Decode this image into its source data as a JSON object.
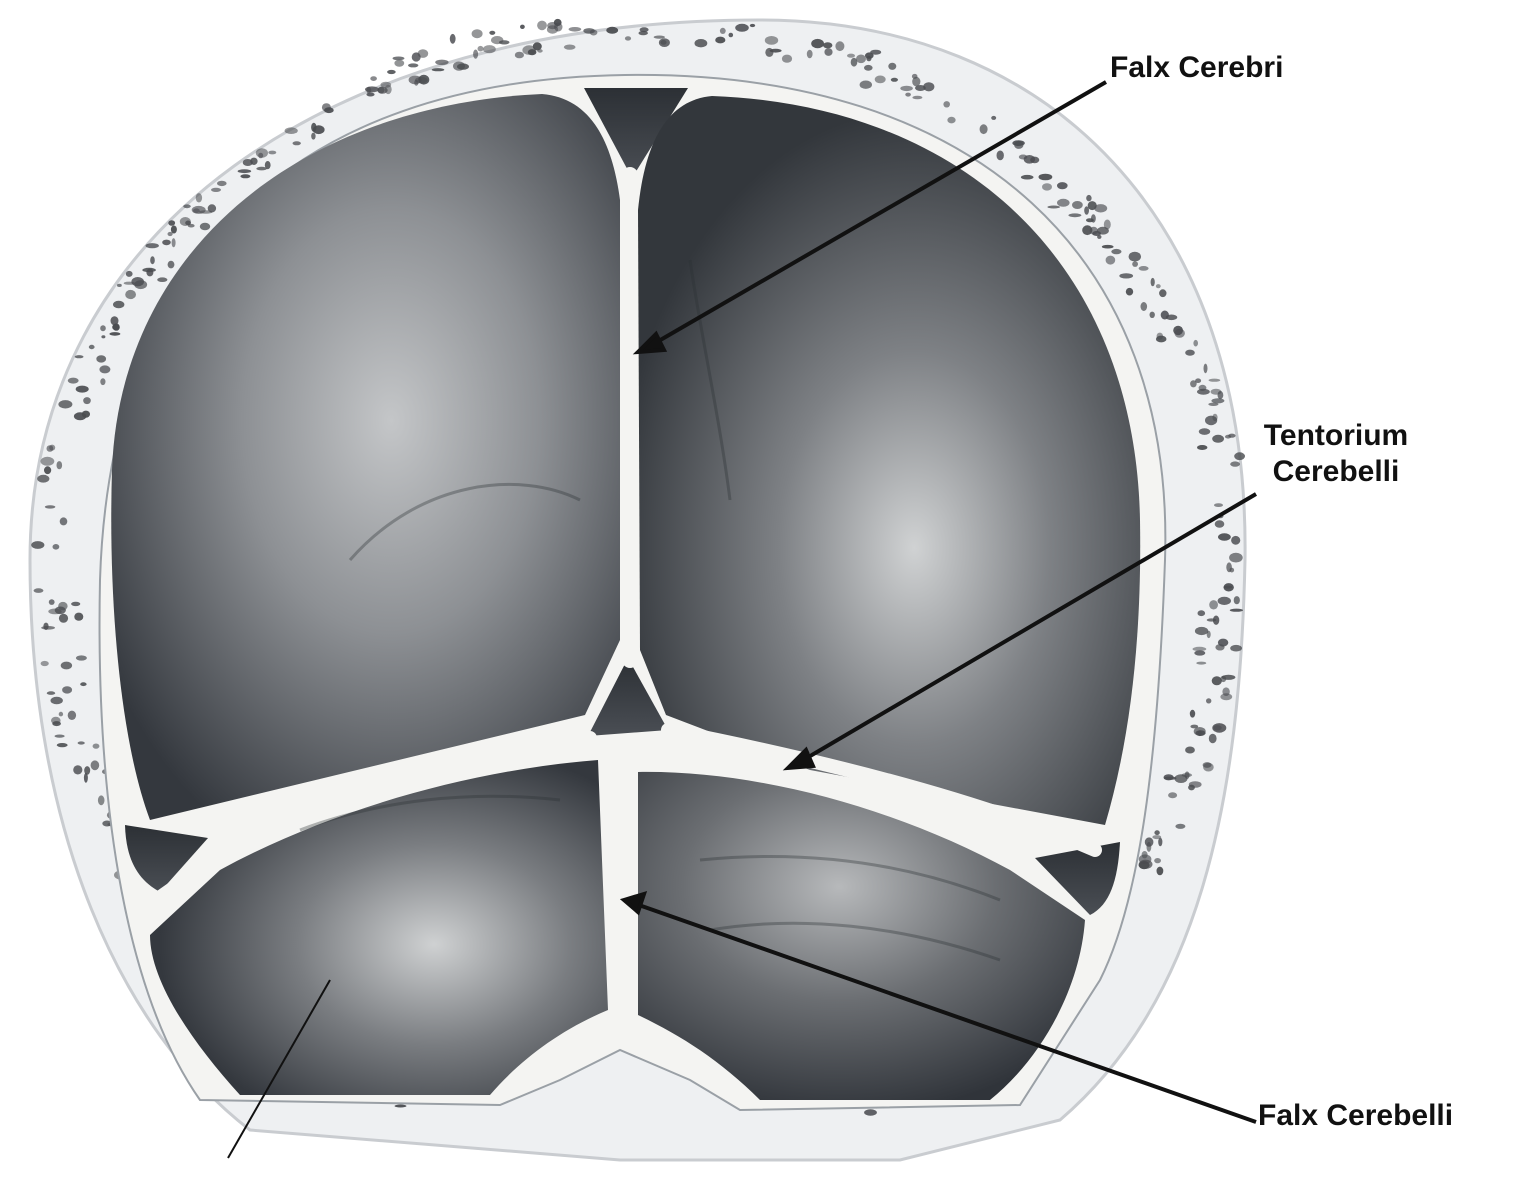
{
  "labels": {
    "falx_cerebri": "Falx Cerebri",
    "tentorium_line1": "Tentorium",
    "tentorium_line2": "Cerebelli",
    "falx_cerebelli": "Falx Cerebelli"
  },
  "colors": {
    "background": "#ffffff",
    "cavity_dark": "#3a3e44",
    "cavity_light": "#b9bbbd",
    "dura_membrane": "#f4f4f2",
    "bone_speckle": "#4a4c50",
    "leader_line": "#111111"
  }
}
